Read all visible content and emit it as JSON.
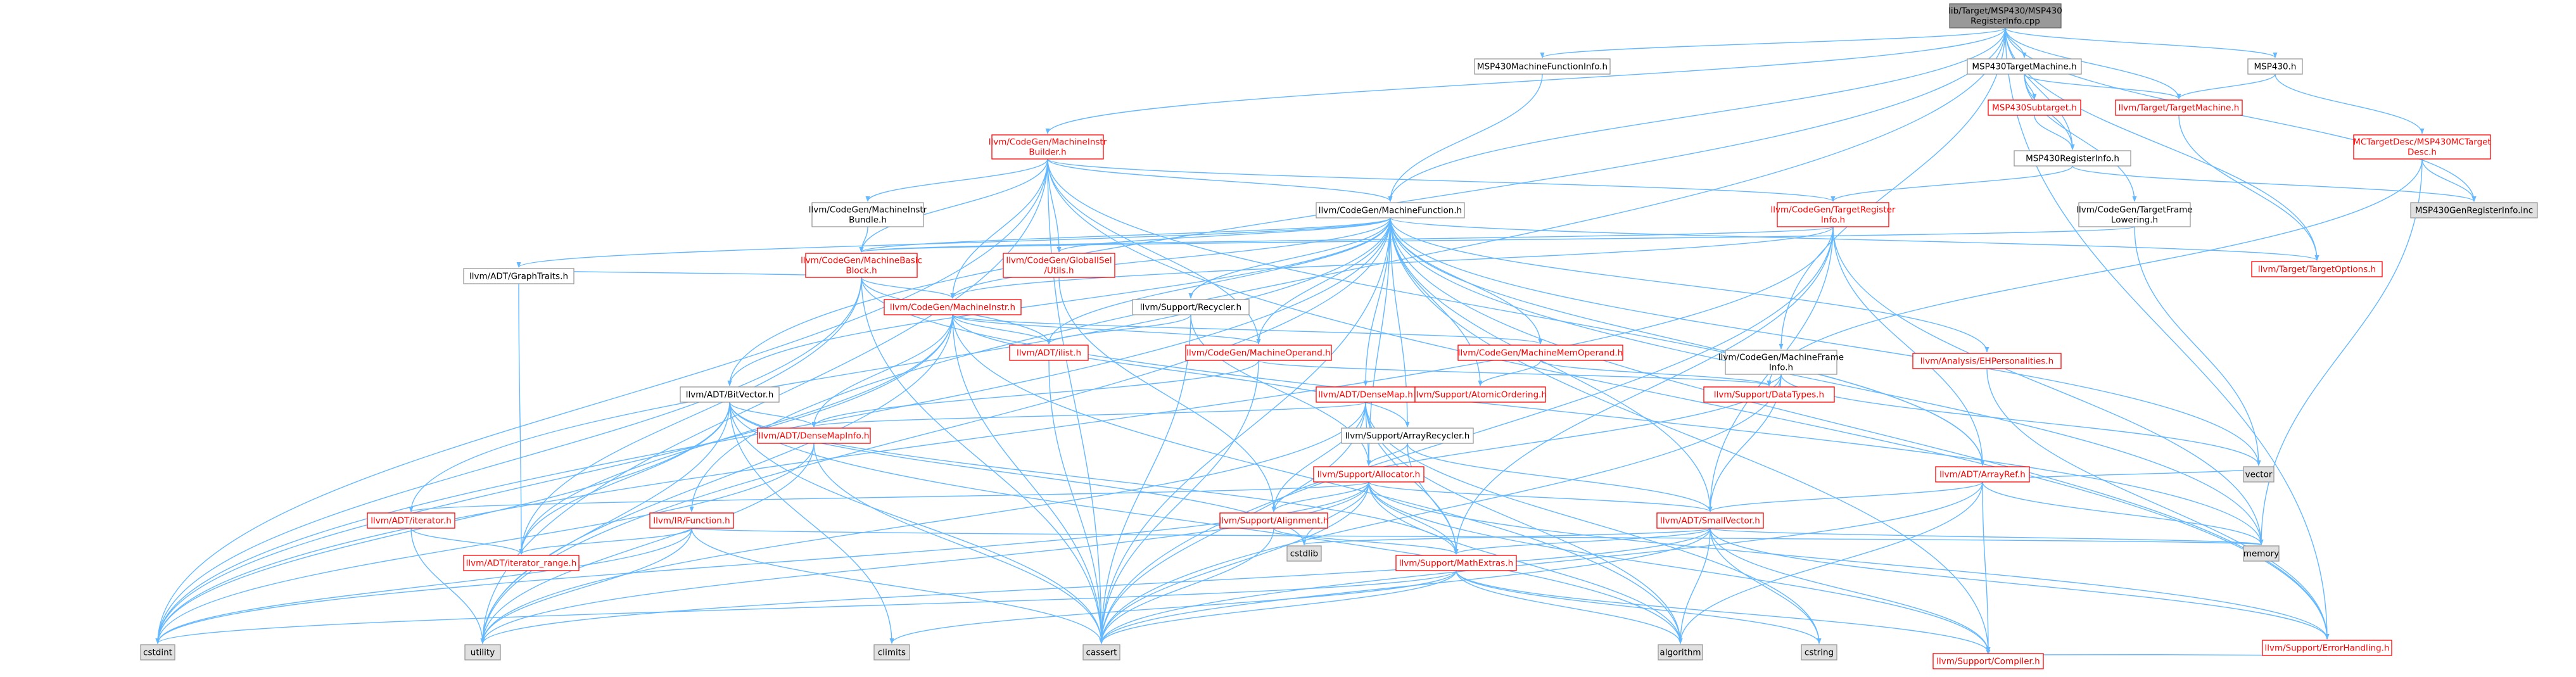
{
  "colors": {
    "edge": "#63b8ff",
    "node_border": "#999999",
    "node_fill": "#ffffff",
    "node_text": "#000000",
    "link_border": "#ff0000",
    "link_text": "#ff0000",
    "root_fill": "#999999",
    "system_fill": "#e0e0e0",
    "system_border": "#999999"
  },
  "nodes": [
    {
      "id": "root",
      "lines": [
        "lib/Target/MSP430/MSP430",
        "RegisterInfo.cpp"
      ],
      "kind": "root"
    },
    {
      "id": "mfi",
      "lines": [
        "MSP430MachineFunctionInfo.h"
      ],
      "kind": "plain"
    },
    {
      "id": "tm",
      "lines": [
        "MSP430TargetMachine.h"
      ],
      "kind": "plain"
    },
    {
      "id": "msp430h",
      "lines": [
        "MSP430.h"
      ],
      "kind": "plain"
    },
    {
      "id": "subtarget",
      "lines": [
        "MSP430Subtarget.h"
      ],
      "kind": "link"
    },
    {
      "id": "targetmachine",
      "lines": [
        "llvm/Target/TargetMachine.h"
      ],
      "kind": "link"
    },
    {
      "id": "mctd",
      "lines": [
        "MCTargetDesc/MSP430MCTarget",
        "Desc.h"
      ],
      "kind": "link"
    },
    {
      "id": "mib",
      "lines": [
        "llvm/CodeGen/MachineInstr",
        "Builder.h"
      ],
      "kind": "link"
    },
    {
      "id": "ri",
      "lines": [
        "MSP430RegisterInfo.h"
      ],
      "kind": "plain"
    },
    {
      "id": "genri",
      "lines": [
        "MSP430GenRegisterInfo.inc"
      ],
      "kind": "system"
    },
    {
      "id": "mibundle",
      "lines": [
        "llvm/CodeGen/MachineInstr",
        "Bundle.h"
      ],
      "kind": "plain"
    },
    {
      "id": "mf",
      "lines": [
        "llvm/CodeGen/MachineFunction.h"
      ],
      "kind": "plain"
    },
    {
      "id": "tri",
      "lines": [
        "llvm/CodeGen/TargetRegister",
        "Info.h"
      ],
      "kind": "link"
    },
    {
      "id": "tfl",
      "lines": [
        "llvm/CodeGen/TargetFrame",
        "Lowering.h"
      ],
      "kind": "plain"
    },
    {
      "id": "mbb",
      "lines": [
        "llvm/CodeGen/MachineBasic",
        "Block.h"
      ],
      "kind": "link"
    },
    {
      "id": "gisel",
      "lines": [
        "llvm/CodeGen/GlobalISel",
        "/Utils.h"
      ],
      "kind": "link"
    },
    {
      "id": "targetoptions",
      "lines": [
        "llvm/Target/TargetOptions.h"
      ],
      "kind": "link"
    },
    {
      "id": "graphtraits",
      "lines": [
        "llvm/ADT/GraphTraits.h"
      ],
      "kind": "plain"
    },
    {
      "id": "mi",
      "lines": [
        "llvm/CodeGen/MachineInstr.h"
      ],
      "kind": "link"
    },
    {
      "id": "recycler",
      "lines": [
        "llvm/Support/Recycler.h"
      ],
      "kind": "plain"
    },
    {
      "id": "ilist",
      "lines": [
        "llvm/ADT/ilist.h"
      ],
      "kind": "link"
    },
    {
      "id": "mo",
      "lines": [
        "llvm/CodeGen/MachineOperand.h"
      ],
      "kind": "link"
    },
    {
      "id": "mmo",
      "lines": [
        "llvm/CodeGen/MachineMemOperand.h"
      ],
      "kind": "link"
    },
    {
      "id": "mfinfo",
      "lines": [
        "llvm/CodeGen/MachineFrame",
        "Info.h"
      ],
      "kind": "plain"
    },
    {
      "id": "eh",
      "lines": [
        "llvm/Analysis/EHPersonalities.h"
      ],
      "kind": "link"
    },
    {
      "id": "bitvector",
      "lines": [
        "llvm/ADT/BitVector.h"
      ],
      "kind": "plain"
    },
    {
      "id": "densemap",
      "lines": [
        "llvm/ADT/DenseMap.h"
      ],
      "kind": "link"
    },
    {
      "id": "atomic",
      "lines": [
        "llvm/Support/AtomicOrdering.h"
      ],
      "kind": "link"
    },
    {
      "id": "datatypes",
      "lines": [
        "llvm/Support/DataTypes.h"
      ],
      "kind": "link"
    },
    {
      "id": "densemapinfo",
      "lines": [
        "llvm/ADT/DenseMapInfo.h"
      ],
      "kind": "link"
    },
    {
      "id": "arrayrecycler",
      "lines": [
        "llvm/Support/ArrayRecycler.h"
      ],
      "kind": "plain"
    },
    {
      "id": "arrayref",
      "lines": [
        "llvm/ADT/ArrayRef.h"
      ],
      "kind": "link"
    },
    {
      "id": "allocator",
      "lines": [
        "llvm/Support/Allocator.h"
      ],
      "kind": "link"
    },
    {
      "id": "vector",
      "lines": [
        "vector"
      ],
      "kind": "system"
    },
    {
      "id": "iterator",
      "lines": [
        "llvm/ADT/iterator.h"
      ],
      "kind": "link"
    },
    {
      "id": "function",
      "lines": [
        "llvm/IR/Function.h"
      ],
      "kind": "link"
    },
    {
      "id": "alignment",
      "lines": [
        "llvm/Support/Alignment.h"
      ],
      "kind": "link"
    },
    {
      "id": "smallvector",
      "lines": [
        "llvm/ADT/SmallVector.h"
      ],
      "kind": "link"
    },
    {
      "id": "memory",
      "lines": [
        "memory"
      ],
      "kind": "system"
    },
    {
      "id": "cstdlib",
      "lines": [
        "cstdlib"
      ],
      "kind": "system"
    },
    {
      "id": "itrange",
      "lines": [
        "llvm/ADT/iterator_range.h"
      ],
      "kind": "link"
    },
    {
      "id": "mathextras",
      "lines": [
        "llvm/Support/MathExtras.h"
      ],
      "kind": "link"
    },
    {
      "id": "errorhandling",
      "lines": [
        "llvm/Support/ErrorHandling.h"
      ],
      "kind": "link"
    },
    {
      "id": "cstdint",
      "lines": [
        "cstdint"
      ],
      "kind": "system"
    },
    {
      "id": "utility",
      "lines": [
        "utility"
      ],
      "kind": "system"
    },
    {
      "id": "climits",
      "lines": [
        "climits"
      ],
      "kind": "system"
    },
    {
      "id": "cassert",
      "lines": [
        "cassert"
      ],
      "kind": "system"
    },
    {
      "id": "algorithm",
      "lines": [
        "algorithm"
      ],
      "kind": "system"
    },
    {
      "id": "cstring",
      "lines": [
        "cstring"
      ],
      "kind": "system"
    },
    {
      "id": "compiler",
      "lines": [
        "llvm/Support/Compiler.h"
      ],
      "kind": "link"
    }
  ],
  "edges": [
    [
      "root",
      "mfi"
    ],
    [
      "root",
      "tm"
    ],
    [
      "root",
      "msp430h"
    ],
    [
      "root",
      "targetmachine"
    ],
    [
      "root",
      "genri"
    ],
    [
      "root",
      "mib"
    ],
    [
      "root",
      "mf"
    ],
    [
      "root",
      "targetoptions"
    ],
    [
      "root",
      "mfinfo"
    ],
    [
      "root",
      "bitvector"
    ],
    [
      "root",
      "function"
    ],
    [
      "root",
      "errorhandling"
    ],
    [
      "root",
      "ri"
    ],
    [
      "mfi",
      "mf"
    ],
    [
      "tm",
      "subtarget"
    ],
    [
      "tm",
      "targetmachine"
    ],
    [
      "tm",
      "ri"
    ],
    [
      "tm",
      "tfl"
    ],
    [
      "msp430h",
      "mctd"
    ],
    [
      "msp430h",
      "targetmachine"
    ],
    [
      "subtarget",
      "ri"
    ],
    [
      "targetmachine",
      "targetoptions"
    ],
    [
      "mctd",
      "genri"
    ],
    [
      "mctd",
      "datatypes"
    ],
    [
      "mctd",
      "memory"
    ],
    [
      "ri",
      "genri"
    ],
    [
      "ri",
      "tri"
    ],
    [
      "mib",
      "mibundle"
    ],
    [
      "mib",
      "mf"
    ],
    [
      "mib",
      "mbb"
    ],
    [
      "mib",
      "mi"
    ],
    [
      "mib",
      "mo"
    ],
    [
      "mib",
      "gisel"
    ],
    [
      "mib",
      "tri"
    ],
    [
      "mib",
      "arrayref"
    ],
    [
      "mib",
      "errorhandling"
    ],
    [
      "mib",
      "cstdint"
    ],
    [
      "mib",
      "utility"
    ],
    [
      "mib",
      "cassert"
    ],
    [
      "mibundle",
      "mbb"
    ],
    [
      "mf",
      "mbb"
    ],
    [
      "mf",
      "mi"
    ],
    [
      "mf",
      "recycler"
    ],
    [
      "mf",
      "ilist"
    ],
    [
      "mf",
      "mmo"
    ],
    [
      "mf",
      "eh"
    ],
    [
      "mf",
      "bitvector"
    ],
    [
      "mf",
      "densemap"
    ],
    [
      "mf",
      "arrayrecycler"
    ],
    [
      "mf",
      "arrayref"
    ],
    [
      "mf",
      "smallvector"
    ],
    [
      "mf",
      "atomic"
    ],
    [
      "mf",
      "allocator"
    ],
    [
      "mf",
      "iterator"
    ],
    [
      "mf",
      "targetoptions"
    ],
    [
      "mf",
      "errorhandling"
    ],
    [
      "mf",
      "compiler"
    ],
    [
      "mf",
      "cassert"
    ],
    [
      "mf",
      "cstdint"
    ],
    [
      "mf",
      "memory"
    ],
    [
      "mf",
      "utility"
    ],
    [
      "mf",
      "vector"
    ],
    [
      "mf",
      "graphtraits"
    ],
    [
      "mf",
      "mo"
    ],
    [
      "mf",
      "gisel"
    ],
    [
      "tri",
      "mbb"
    ],
    [
      "tri",
      "mi"
    ],
    [
      "tri",
      "arrayref"
    ],
    [
      "tri",
      "smallvector"
    ],
    [
      "tri",
      "mathextras"
    ],
    [
      "tri",
      "cassert"
    ],
    [
      "tri",
      "cstdint"
    ],
    [
      "tri",
      "memory"
    ],
    [
      "tfl",
      "mbb"
    ],
    [
      "tfl",
      "vector"
    ],
    [
      "mbb",
      "graphtraits"
    ],
    [
      "mbb",
      "mi"
    ],
    [
      "mbb",
      "ilist"
    ],
    [
      "mbb",
      "itrange"
    ],
    [
      "mbb",
      "cassert"
    ],
    [
      "mbb",
      "cstdint"
    ],
    [
      "mbb",
      "memory"
    ],
    [
      "gisel",
      "alignment"
    ],
    [
      "graphtraits",
      "itrange"
    ],
    [
      "mi",
      "ilist"
    ],
    [
      "mi",
      "mo"
    ],
    [
      "mi",
      "mmo"
    ],
    [
      "mi",
      "densemapinfo"
    ],
    [
      "mi",
      "arrayrecycler"
    ],
    [
      "mi",
      "itrange"
    ],
    [
      "mi",
      "cassert"
    ],
    [
      "mi",
      "cstdint"
    ],
    [
      "mi",
      "utility"
    ],
    [
      "mi",
      "algorithm"
    ],
    [
      "recycler",
      "allocator"
    ],
    [
      "recycler",
      "ilist"
    ],
    [
      "recycler",
      "cassert"
    ],
    [
      "ilist",
      "cassert"
    ],
    [
      "mo",
      "datatypes"
    ],
    [
      "mo",
      "densemapinfo"
    ],
    [
      "mo",
      "cassert"
    ],
    [
      "mmo",
      "atomic"
    ],
    [
      "mmo",
      "datatypes"
    ],
    [
      "mfinfo",
      "datatypes"
    ],
    [
      "mfinfo",
      "smallvector"
    ],
    [
      "mfinfo",
      "cassert"
    ],
    [
      "mfinfo",
      "vector"
    ],
    [
      "mfinfo",
      "alignment"
    ],
    [
      "eh",
      "errorhandling"
    ],
    [
      "bitvector",
      "densemapinfo"
    ],
    [
      "bitvector",
      "itrange"
    ],
    [
      "bitvector",
      "mathextras"
    ],
    [
      "bitvector",
      "algorithm"
    ],
    [
      "bitvector",
      "cassert"
    ],
    [
      "bitvector",
      "climits"
    ],
    [
      "bitvector",
      "cstdint"
    ],
    [
      "bitvector",
      "cstdlib"
    ],
    [
      "bitvector",
      "utility"
    ],
    [
      "densemap",
      "densemapinfo"
    ],
    [
      "densemap",
      "alignment"
    ],
    [
      "densemap",
      "allocator"
    ],
    [
      "densemap",
      "mathextras"
    ],
    [
      "densemap",
      "algorithm"
    ],
    [
      "densemap",
      "cassert"
    ],
    [
      "densemap",
      "cstring"
    ],
    [
      "densemap",
      "utility"
    ],
    [
      "densemapinfo",
      "cassert"
    ],
    [
      "densemapinfo",
      "cstdint"
    ],
    [
      "densemapinfo",
      "utility"
    ],
    [
      "arrayrecycler",
      "allocator"
    ],
    [
      "arrayrecycler",
      "mathextras"
    ],
    [
      "arrayrecycler",
      "smallvector"
    ],
    [
      "arrayref",
      "smallvector"
    ],
    [
      "arrayref",
      "compiler"
    ],
    [
      "arrayref",
      "algorithm"
    ],
    [
      "arrayref",
      "cassert"
    ],
    [
      "arrayref",
      "memory"
    ],
    [
      "arrayref",
      "vector"
    ],
    [
      "allocator",
      "alignment"
    ],
    [
      "allocator",
      "mathextras"
    ],
    [
      "allocator",
      "smallvector"
    ],
    [
      "allocator",
      "compiler"
    ],
    [
      "allocator",
      "algorithm"
    ],
    [
      "allocator",
      "cassert"
    ],
    [
      "allocator",
      "cstddef"
    ],
    [
      "allocator",
      "cstdint"
    ],
    [
      "allocator",
      "cstdlib"
    ],
    [
      "allocator",
      "iterator"
    ],
    [
      "allocator",
      "utility"
    ],
    [
      "allocator",
      "errorhandling"
    ],
    [
      "iterator",
      "itrange"
    ],
    [
      "iterator",
      "cstddef"
    ],
    [
      "iterator",
      "utility"
    ],
    [
      "function",
      "itrange"
    ],
    [
      "function",
      "cassert"
    ],
    [
      "function",
      "cstdint"
    ],
    [
      "function",
      "memory"
    ],
    [
      "function",
      "utility"
    ],
    [
      "alignment",
      "mathextras"
    ],
    [
      "alignment",
      "cassert"
    ],
    [
      "smallvector",
      "compiler"
    ],
    [
      "smallvector",
      "algorithm"
    ],
    [
      "smallvector",
      "cassert"
    ],
    [
      "smallvector",
      "cstddef"
    ],
    [
      "smallvector",
      "cstdlib"
    ],
    [
      "smallvector",
      "cstring"
    ],
    [
      "smallvector",
      "memory"
    ],
    [
      "smallvector",
      "utility"
    ],
    [
      "smallvector",
      "errorhandling"
    ],
    [
      "smallvector",
      "mathextras"
    ],
    [
      "mathextras",
      "compiler"
    ],
    [
      "mathextras",
      "cassert"
    ],
    [
      "mathextras",
      "climits"
    ],
    [
      "mathextras",
      "cstdint"
    ],
    [
      "mathextras",
      "cstring"
    ],
    [
      "mathextras",
      "algorithm"
    ],
    [
      "errorhandling",
      "compiler"
    ]
  ]
}
